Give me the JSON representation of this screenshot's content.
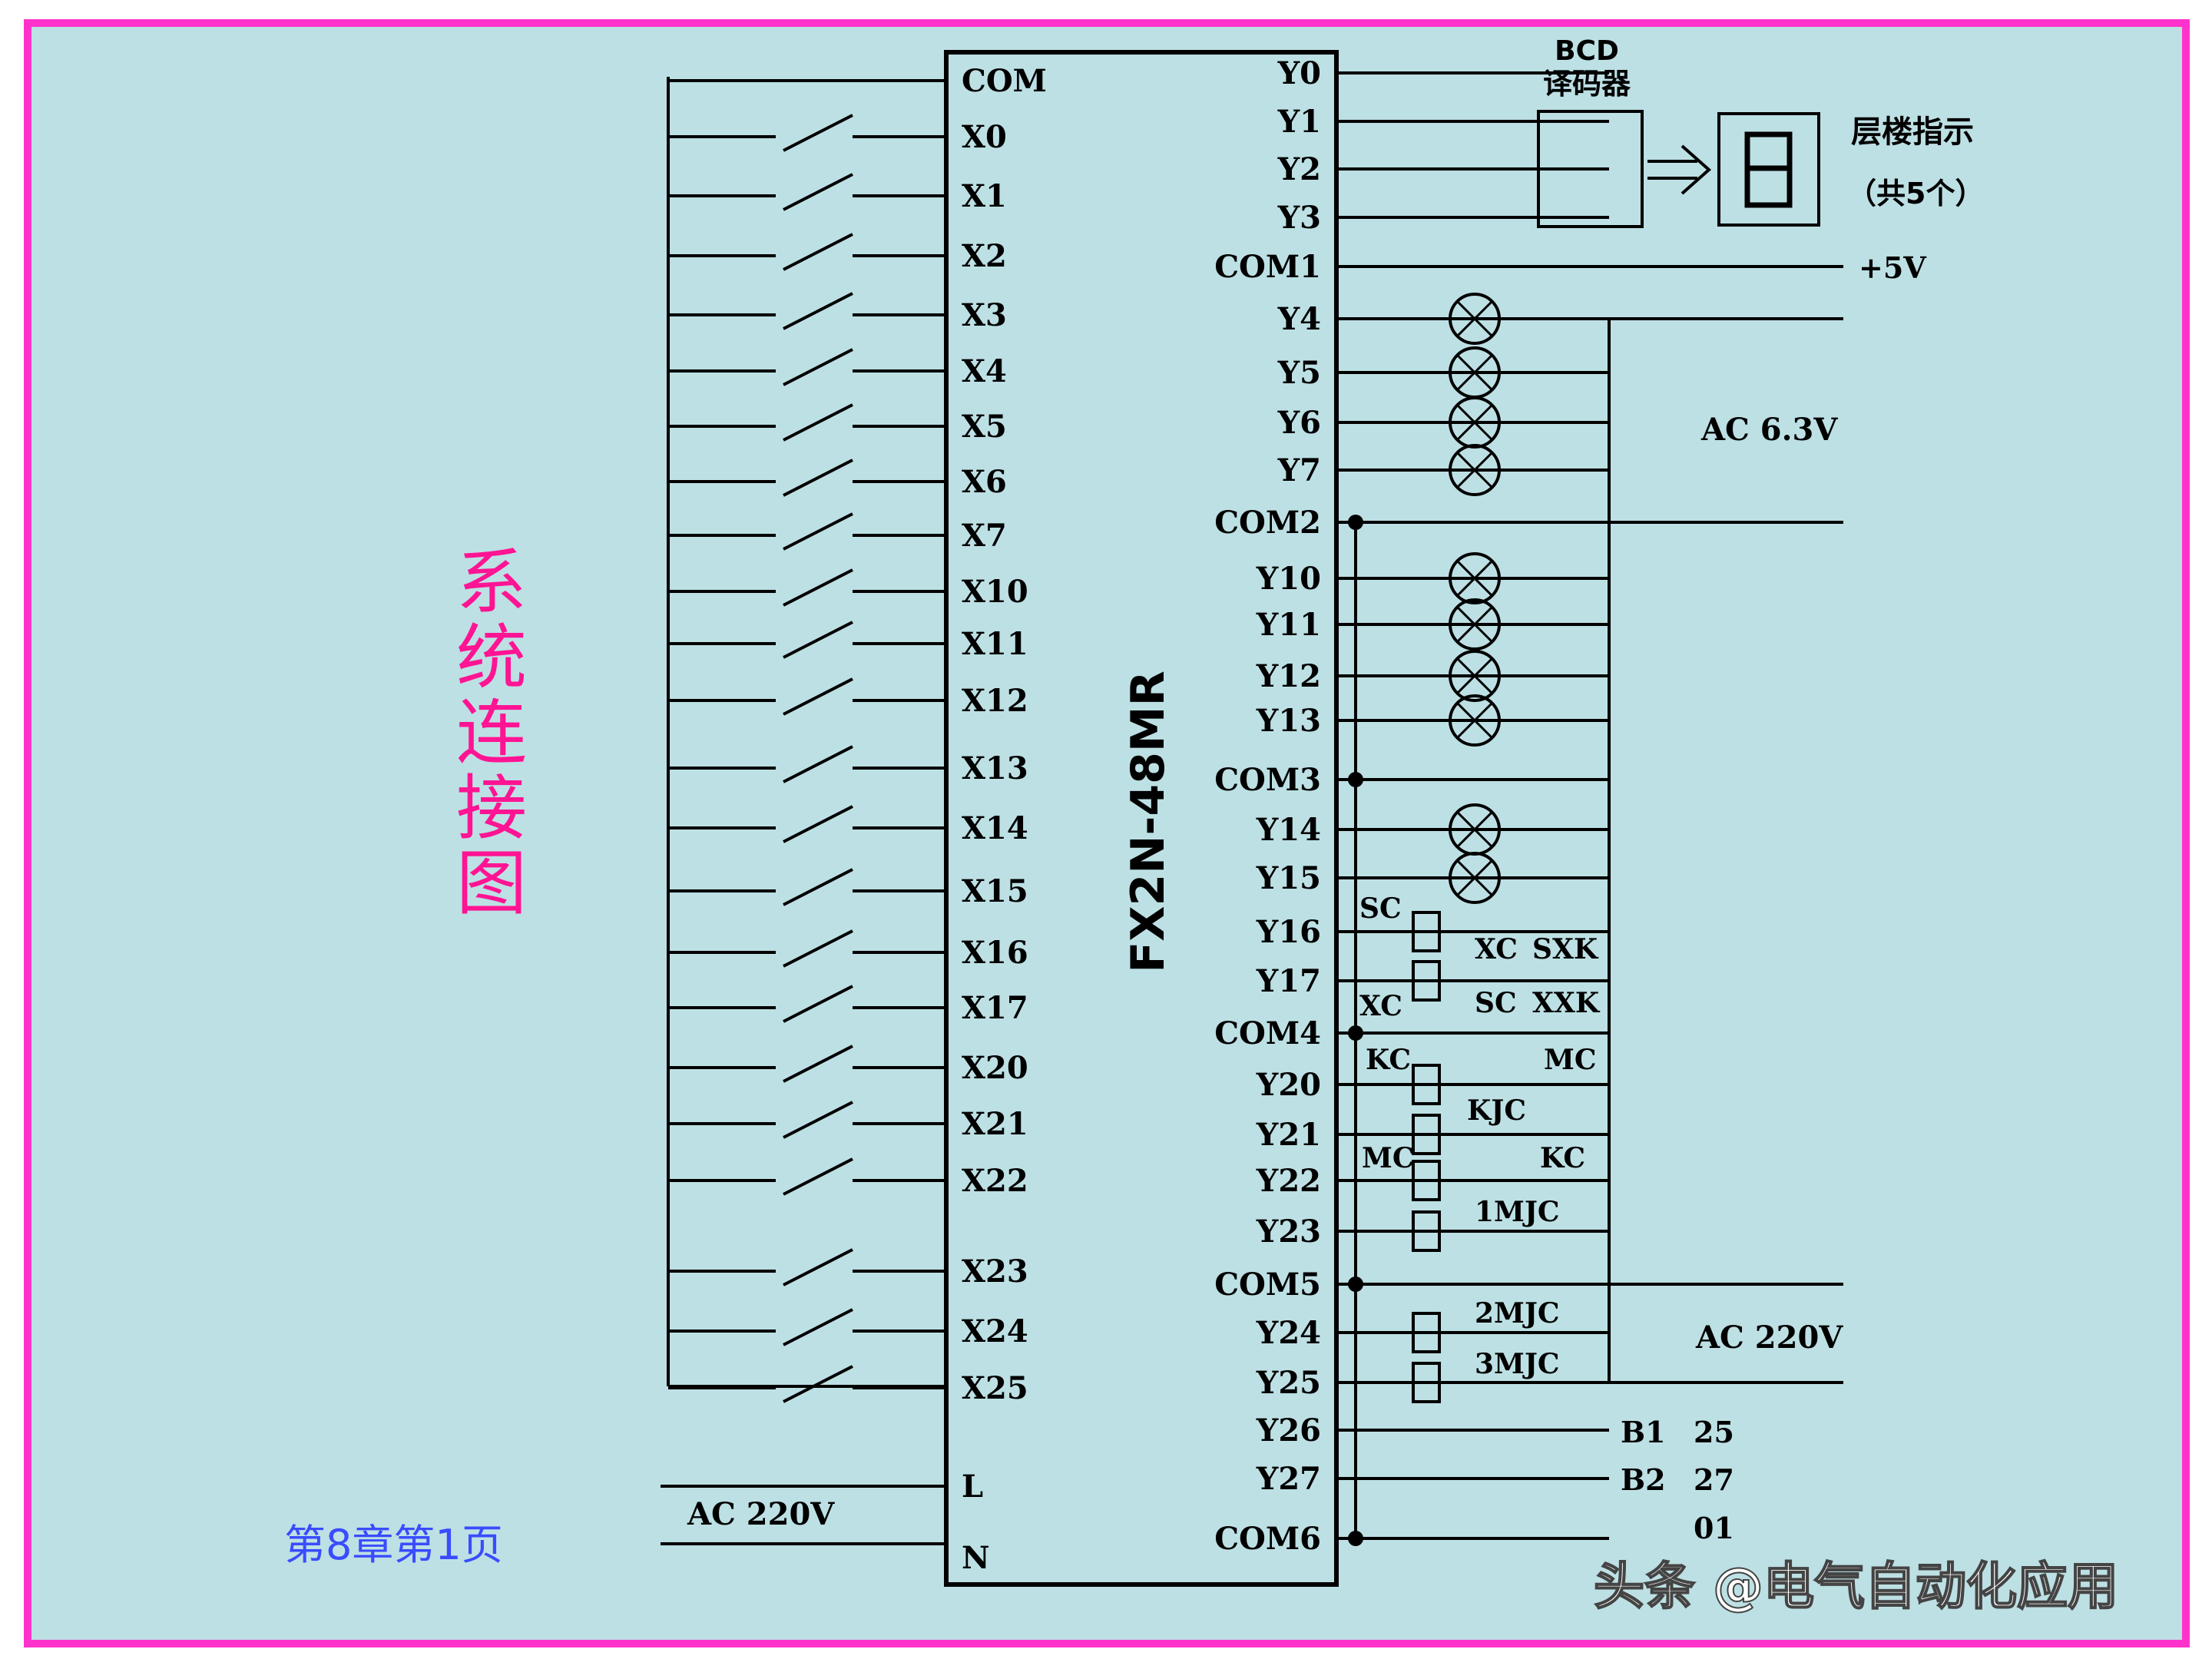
{
  "colors": {
    "frame": "#ff33cc",
    "background": "#bde0e4",
    "title": "#ff1493",
    "page_ref": "#3a4cff"
  },
  "title": "系统连接图",
  "page_ref": "第8章第1页",
  "plc": {
    "model": "FX2N-48MR"
  },
  "left_terminals": [
    "COM",
    "X0",
    "X1",
    "X2",
    "X3",
    "X4",
    "X5",
    "X6",
    "X7",
    "X10",
    "X11",
    "X12",
    "X13",
    "X14",
    "X15",
    "X16",
    "X17",
    "X20",
    "X21",
    "X22",
    "X23",
    "X24",
    "X25",
    "L",
    "N"
  ],
  "right_terminals": [
    "Y0",
    "Y1",
    "Y2",
    "Y3",
    "COM1",
    "Y4",
    "Y5",
    "Y6",
    "Y7",
    "COM2",
    "Y10",
    "Y11",
    "Y12",
    "Y13",
    "COM3",
    "Y14",
    "Y15",
    "Y16",
    "Y17",
    "COM4",
    "Y20",
    "Y21",
    "Y22",
    "Y23",
    "COM5",
    "Y24",
    "Y25",
    "Y26",
    "Y27",
    "COM6"
  ],
  "bcd": {
    "line1": "BCD",
    "line2": "译码器"
  },
  "floor_indicator": {
    "line1": "层楼指示",
    "line2": "（共5个）"
  },
  "supplies": {
    "plus5v": "+5V",
    "ac63": "AC 6.3V",
    "ac220_right": "AC 220V",
    "ac220_left": "AC 220V"
  },
  "coils": [
    "SC",
    "XC",
    "SXK",
    "XC",
    "SC",
    "XXK",
    "KC",
    "MC",
    "KJC",
    "MC",
    "KC",
    "1MJC",
    "2MJC",
    "3MJC"
  ],
  "outputs_extra": [
    "B1",
    "25",
    "B2",
    "27",
    "01"
  ],
  "watermark": "头条 @电气自动化应用"
}
